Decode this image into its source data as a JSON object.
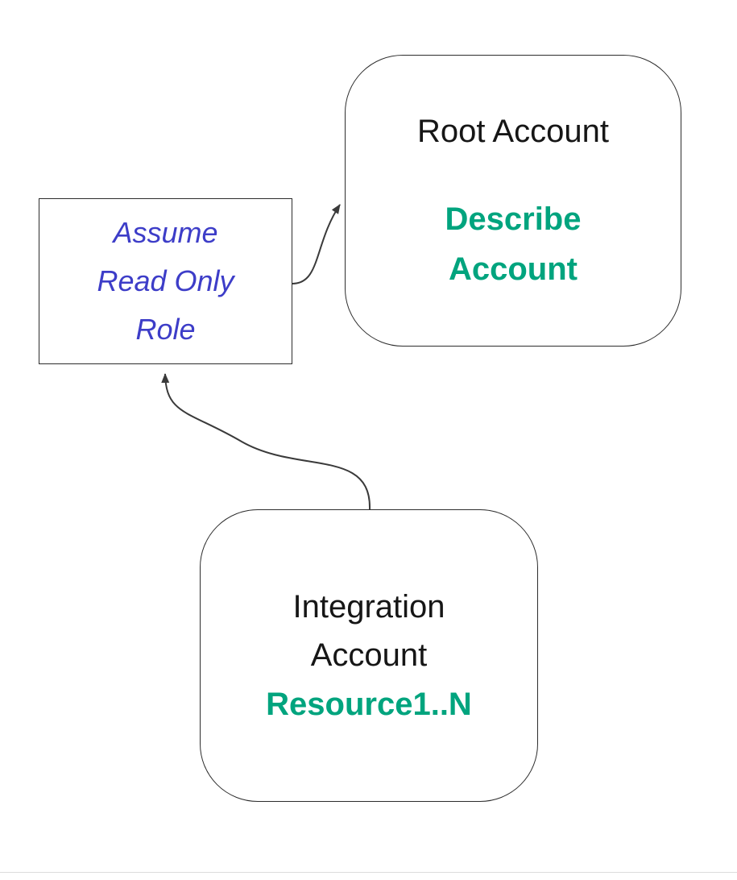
{
  "diagram": {
    "nodes": {
      "root_account": {
        "title": "Root Account",
        "action": {
          "line1": "Describe",
          "line2": "Account"
        }
      },
      "assume_role": {
        "line1": "Assume",
        "line2": "Read Only",
        "line3": "Role"
      },
      "integration_account": {
        "title_line1": "Integration",
        "title_line2": "Account",
        "resource": "Resource1..N"
      }
    },
    "edges": [
      {
        "from": "assume_role",
        "to": "root_account"
      },
      {
        "from": "integration_account",
        "to": "assume_role"
      }
    ],
    "colors": {
      "action_teal": "#00a47e",
      "role_blue": "#3d3dc8",
      "node_border": "#2d2d2d",
      "arrow": "#3a3a3a",
      "background": "#ffffff"
    }
  }
}
